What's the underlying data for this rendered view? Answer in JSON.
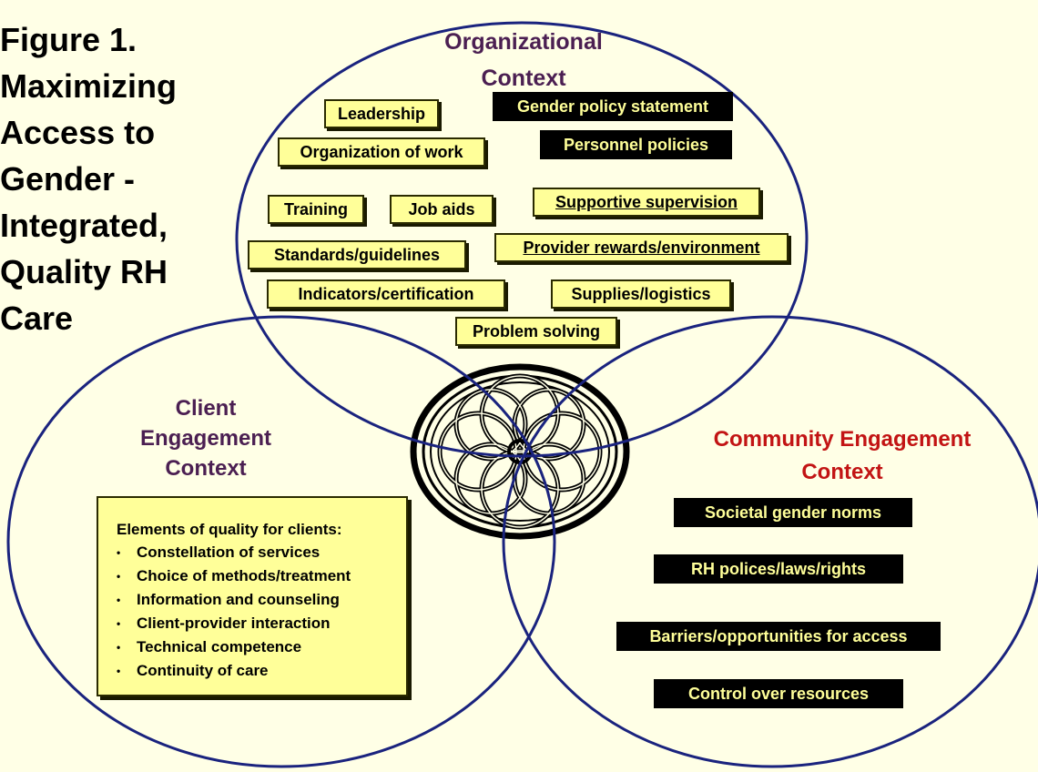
{
  "figure": {
    "title_lines": [
      "Figure 1.",
      "Maximizing",
      "Access to",
      "Gender -",
      "Integrated,",
      "Quality RH",
      "Care"
    ]
  },
  "colors": {
    "background": "#ffffe6",
    "circle_stroke": "#1a237e",
    "yellow_box": "#ffff99",
    "black_box": "#000000",
    "org_title": "#4b1f52",
    "client_title": "#4b1f52",
    "community_title": "#c21414"
  },
  "organizational": {
    "title_lines": [
      "Organizational",
      "Context"
    ],
    "items": {
      "leadership": "Leadership",
      "gender_policy": "Gender policy statement",
      "organization_of_work": "Organization of work",
      "personnel_policies": "Personnel policies",
      "training": "Training",
      "job_aids": "Job aids",
      "supportive_supervision": "Supportive supervision",
      "standards": "Standards/guidelines",
      "provider_rewards": "Provider rewards/environment",
      "indicators": "Indicators/certification",
      "supplies": "Supplies/logistics",
      "problem_solving": "Problem solving"
    }
  },
  "client": {
    "title_lines": [
      "Client",
      "Engagement",
      "Context"
    ],
    "quality_heading": "Elements of quality for clients:",
    "quality_items": [
      "Constellation of services",
      "Choice of methods/treatment",
      "Information and counseling",
      "Client-provider interaction",
      "Technical competence",
      "Continuity of care"
    ],
    "bullet": "•"
  },
  "community": {
    "title_lines": [
      "Community Engagement",
      "Context"
    ],
    "items": [
      "Societal gender norms",
      "RH polices/laws/rights",
      "Barriers/opportunities for access",
      "Control over resources"
    ]
  },
  "icons": {
    "center_emblem": "celtic-knot-emblem-icon"
  }
}
